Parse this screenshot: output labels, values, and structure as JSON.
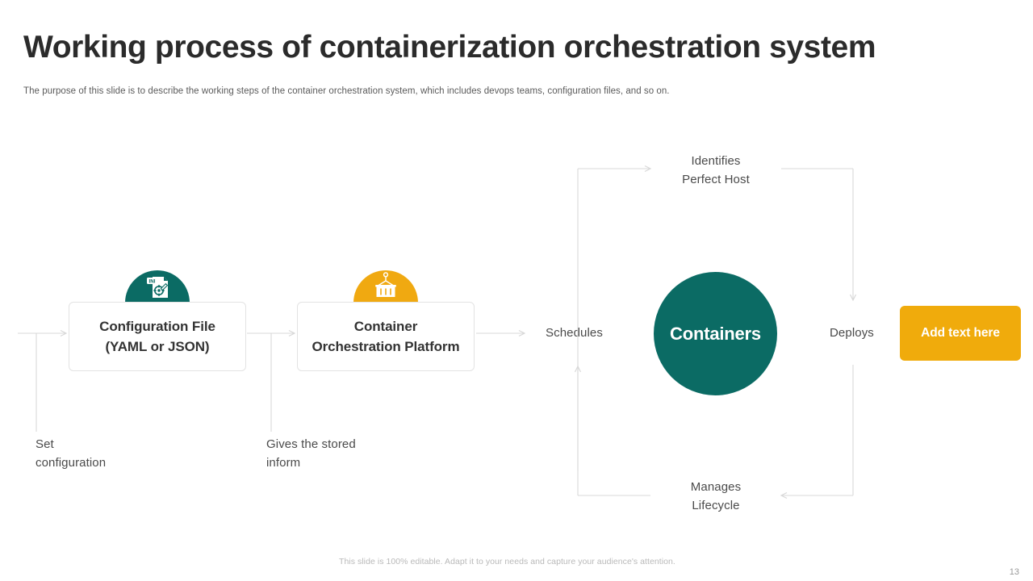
{
  "header": {
    "title": "Working process of containerization orchestration system",
    "subtitle": "The purpose of this slide is to describe the working steps of the container orchestration system, which includes devops teams, configuration files, and so on."
  },
  "footer": {
    "note": "This slide is 100% editable. Adapt it to your needs and capture your audience's attention.",
    "page_number": "13"
  },
  "diagram": {
    "boxes": [
      {
        "id": "configuration-file",
        "label": "Configuration File\n(YAML or JSON)",
        "icon": "config-file-icon",
        "icon_color": "#0b6b64"
      },
      {
        "id": "container-orchestration-platform",
        "label": "Container\nOrchestration Platform",
        "icon": "shipping-container-crane-icon",
        "icon_color": "#f0a911"
      }
    ],
    "circle": {
      "label": "Containers",
      "color": "#0b6b64"
    },
    "cta": {
      "label": "Add text here",
      "color": "#f0ab0c"
    },
    "labels": {
      "set_configuration": "Set\nconfiguration",
      "gives_the_stored_inform": "Gives the stored\ninform",
      "schedules": "Schedules",
      "deploys": "Deploys",
      "identifies_perfect_host": "Identifies\nPerfect Host",
      "manages_lifecycle": "Manages\nLifecycle"
    },
    "connector_color": "#d8d8d8"
  }
}
